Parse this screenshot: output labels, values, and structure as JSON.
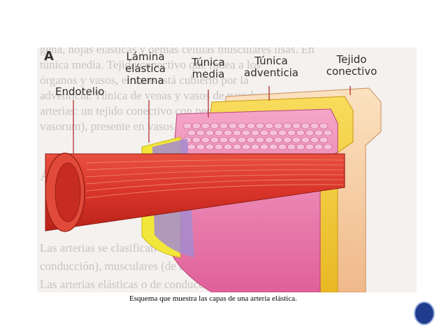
{
  "figure": {
    "letter": "A",
    "labels": {
      "endotelio": "Endotelio",
      "lamina_line1": "Lámina",
      "lamina_line2": "elástica",
      "lamina_line3": "interna",
      "media_line1": "Túnica",
      "media_line2": "media",
      "adventicia_line1": "Túnica",
      "adventicia_line2": "adventicia",
      "tejido_line1": "Tejido",
      "tejido_line2": "conectivo"
    },
    "colors": {
      "endothelium": "#d9342a",
      "elastic_lamina": "#f2e63a",
      "media": "#e86fa6",
      "adventitia": "#f2c93a",
      "connective": "#f5c99a"
    },
    "background_text": [
      "gena, hojas elásticas y demás células musculares lisas. En",
      "túnica media. Tejido conectivo que rodea a los",
      "órganos y vasos, el vaso está cubierto por la",
      "adventicia. Túnica de venas y vasos de paredes",
      "arterias: un tejido conectivo con pequeños (vasa",
      "vasorum), presente en vasos medianos y grandes.",
      "Arterias",
      "Las arterias se clasifican en elásticas (de",
      "conducción), musculares (de distribución) y arteriolas.",
      "Las arterias elásticas o de conducción se localizan cerca"
    ]
  },
  "caption": "Esquema que muestra las capas de una arteria elástica.",
  "nav": {
    "icon": "next-slide-icon"
  }
}
